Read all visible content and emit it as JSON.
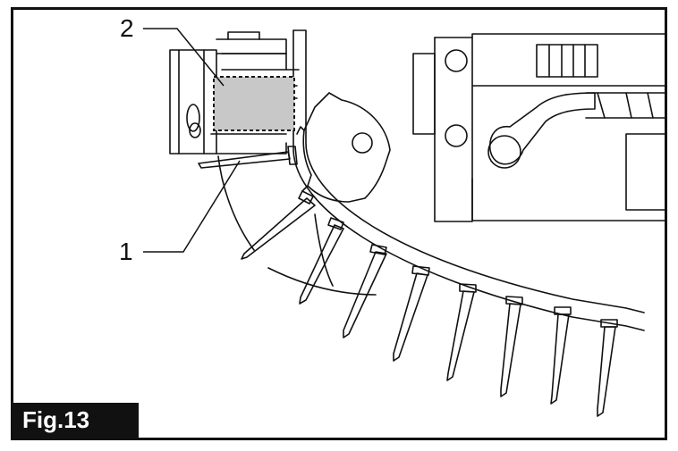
{
  "figure": {
    "label": "Fig.13",
    "callouts": [
      {
        "id": "1",
        "text": "1"
      },
      {
        "id": "2",
        "text": "2"
      }
    ],
    "colors": {
      "ink": "#111111",
      "highlight": "#c8c8c8",
      "background": "#ffffff"
    }
  }
}
